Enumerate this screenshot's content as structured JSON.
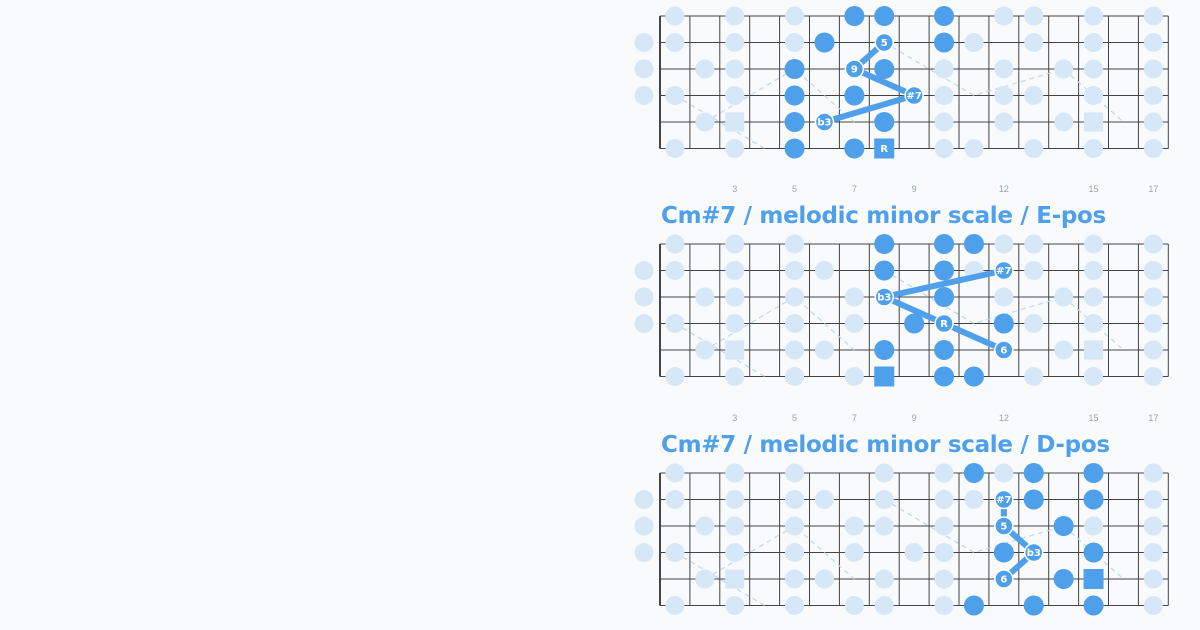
{
  "colors": {
    "accent": "#4fa0ea",
    "ghost": "#d6e7f8",
    "ghost_line": "#bcd8f2",
    "fretline": "#444444",
    "fretnum": "#9aa3ad",
    "background": "#f8fafc"
  },
  "diagrams": [
    {
      "id": "top",
      "title": "",
      "fret_numbers": [
        "3",
        "5",
        "7",
        "9",
        "12",
        "15",
        "17"
      ],
      "notes": [
        {
          "s": 0,
          "f": 7,
          "label": ""
        },
        {
          "s": 0,
          "f": 8,
          "label": ""
        },
        {
          "s": 0,
          "f": 10,
          "label": ""
        },
        {
          "s": 1,
          "f": 6,
          "label": ""
        },
        {
          "s": 1,
          "f": 8,
          "label": "5"
        },
        {
          "s": 1,
          "f": 10,
          "label": ""
        },
        {
          "s": 2,
          "f": 5,
          "label": ""
        },
        {
          "s": 2,
          "f": 7,
          "label": "9"
        },
        {
          "s": 2,
          "f": 8,
          "label": ""
        },
        {
          "s": 3,
          "f": 5,
          "label": ""
        },
        {
          "s": 3,
          "f": 7,
          "label": ""
        },
        {
          "s": 3,
          "f": 9,
          "label": "#7"
        },
        {
          "s": 4,
          "f": 5,
          "label": ""
        },
        {
          "s": 4,
          "f": 6,
          "label": "b3"
        },
        {
          "s": 4,
          "f": 8,
          "label": ""
        },
        {
          "s": 5,
          "f": 5,
          "label": ""
        },
        {
          "s": 5,
          "f": 7,
          "label": ""
        },
        {
          "s": 5,
          "f": 8,
          "label": "R",
          "root": true
        }
      ],
      "path": [
        [
          1,
          8
        ],
        [
          2,
          7
        ],
        [
          3,
          9
        ],
        [
          4,
          6
        ]
      ]
    },
    {
      "id": "e-pos",
      "title": "Cm#7 / melodic minor scale / E-pos",
      "fret_numbers": [
        "3",
        "5",
        "7",
        "9",
        "12",
        "15",
        "17"
      ],
      "notes": [
        {
          "s": 0,
          "f": 8,
          "label": ""
        },
        {
          "s": 0,
          "f": 10,
          "label": ""
        },
        {
          "s": 0,
          "f": 11,
          "label": ""
        },
        {
          "s": 1,
          "f": 8,
          "label": ""
        },
        {
          "s": 1,
          "f": 10,
          "label": ""
        },
        {
          "s": 1,
          "f": 12,
          "label": "#7"
        },
        {
          "s": 2,
          "f": 8,
          "label": "b3"
        },
        {
          "s": 2,
          "f": 10,
          "label": ""
        },
        {
          "s": 3,
          "f": 9,
          "label": ""
        },
        {
          "s": 3,
          "f": 10,
          "label": "R"
        },
        {
          "s": 3,
          "f": 12,
          "label": ""
        },
        {
          "s": 4,
          "f": 8,
          "label": ""
        },
        {
          "s": 4,
          "f": 10,
          "label": ""
        },
        {
          "s": 4,
          "f": 12,
          "label": "6"
        },
        {
          "s": 5,
          "f": 8,
          "label": "",
          "root": true
        },
        {
          "s": 5,
          "f": 10,
          "label": ""
        },
        {
          "s": 5,
          "f": 11,
          "label": ""
        }
      ],
      "path": [
        [
          1,
          12
        ],
        [
          2,
          8
        ],
        [
          3,
          10
        ],
        [
          4,
          12
        ]
      ]
    },
    {
      "id": "d-pos",
      "title": "Cm#7 / melodic minor scale / D-pos",
      "fret_numbers": [
        "3",
        "5",
        "7",
        "9",
        "12",
        "15",
        "17"
      ],
      "notes": [
        {
          "s": 0,
          "f": 11,
          "label": ""
        },
        {
          "s": 0,
          "f": 13,
          "label": ""
        },
        {
          "s": 0,
          "f": 15,
          "label": ""
        },
        {
          "s": 1,
          "f": 12,
          "label": "#7"
        },
        {
          "s": 1,
          "f": 13,
          "label": ""
        },
        {
          "s": 1,
          "f": 15,
          "label": ""
        },
        {
          "s": 2,
          "f": 12,
          "label": "5"
        },
        {
          "s": 2,
          "f": 14,
          "label": ""
        },
        {
          "s": 3,
          "f": 12,
          "label": ""
        },
        {
          "s": 3,
          "f": 13,
          "label": "b3"
        },
        {
          "s": 3,
          "f": 15,
          "label": ""
        },
        {
          "s": 4,
          "f": 12,
          "label": "6"
        },
        {
          "s": 4,
          "f": 14,
          "label": ""
        },
        {
          "s": 4,
          "f": 15,
          "label": "",
          "root": true
        },
        {
          "s": 5,
          "f": 11,
          "label": ""
        },
        {
          "s": 5,
          "f": 13,
          "label": ""
        },
        {
          "s": 5,
          "f": 15,
          "label": ""
        }
      ],
      "path": [
        [
          1,
          12
        ],
        [
          2,
          12
        ],
        [
          3,
          13
        ],
        [
          4,
          12
        ]
      ]
    }
  ]
}
